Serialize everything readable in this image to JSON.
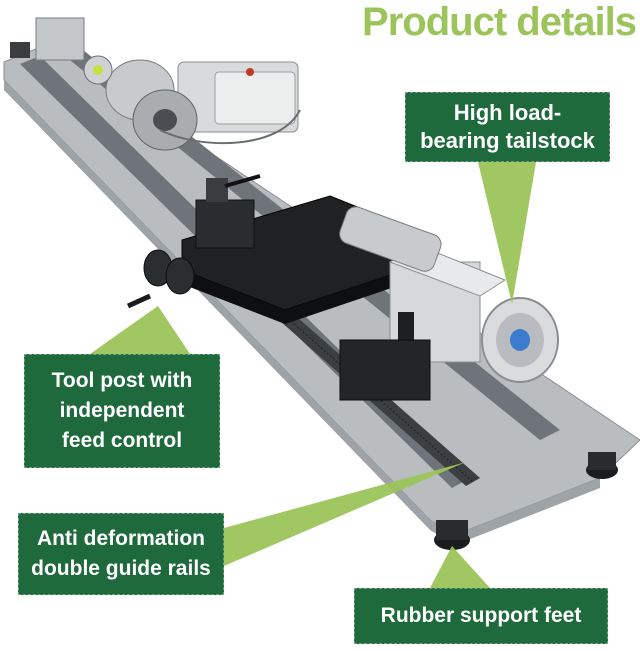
{
  "page": {
    "title": "Product details",
    "title_color": "#9bc45a",
    "callout_color": "#1f6a3c",
    "pointer_color": "#9bc45a"
  },
  "callouts": {
    "tailstock": "High load-\nbearing tailstock",
    "tool_post": "Tool post with\nindependent\nfeed control",
    "guide_rails": "Anti deformation\ndouble guide rails",
    "support_feet": "Rubber support feet"
  },
  "product_image": {
    "subject": "lathe-machine-image"
  }
}
